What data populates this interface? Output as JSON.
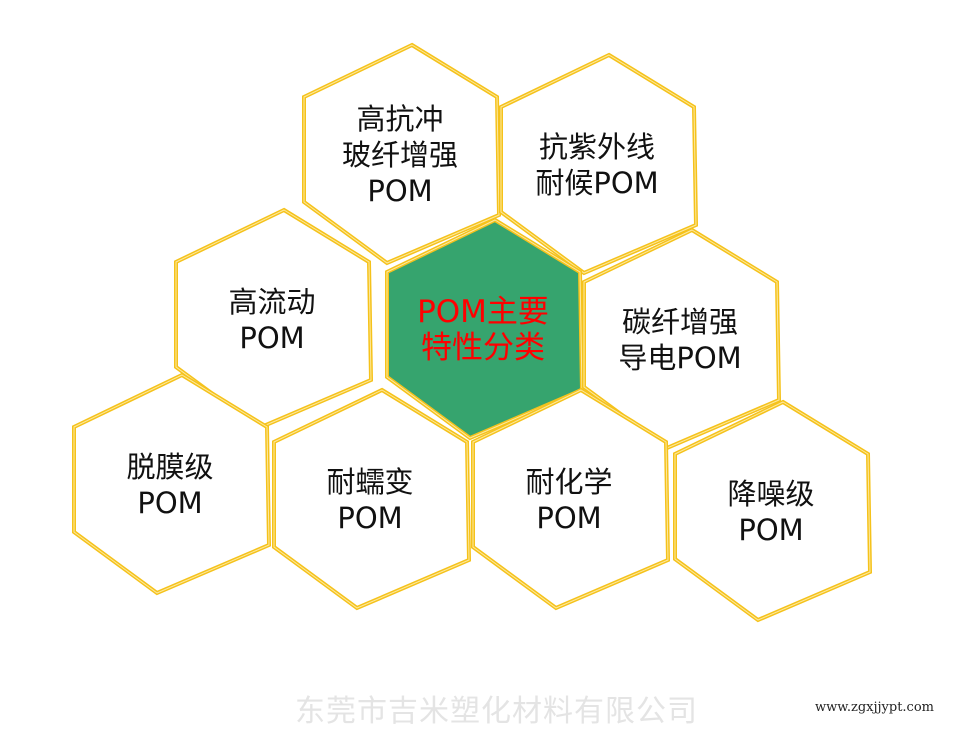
{
  "colors": {
    "border": "#f5c21b",
    "border_inner": "#fde9a0",
    "center_fill": "#36a46e",
    "center_text": "#ff0000"
  },
  "hexagons": [
    {
      "id": "impact-glass",
      "lines": [
        "高抗冲",
        "玻纤增强",
        "POM"
      ]
    },
    {
      "id": "uv",
      "lines": [
        "抗紫外线",
        "耐候POM"
      ]
    },
    {
      "id": "high-flow",
      "lines": [
        "高流动",
        "POM"
      ]
    },
    {
      "id": "center",
      "lines": [
        "POM主要",
        "特性分类"
      ]
    },
    {
      "id": "carbon",
      "lines": [
        "碳纤增强",
        "导电POM"
      ]
    },
    {
      "id": "release",
      "lines": [
        "脱膜级",
        "POM"
      ]
    },
    {
      "id": "creep",
      "lines": [
        "耐蠕变",
        "POM"
      ]
    },
    {
      "id": "chemical",
      "lines": [
        "耐化学",
        "POM"
      ]
    },
    {
      "id": "noise",
      "lines": [
        "降噪级",
        "POM"
      ]
    }
  ],
  "watermark": "东莞市吉米塑化材料有限公司",
  "url": "www.zgxjjypt.com"
}
